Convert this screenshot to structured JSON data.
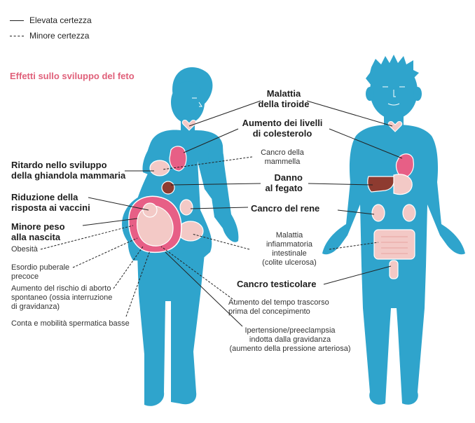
{
  "legend": {
    "solid": "Elevata certezza",
    "dashed": "Minore certezza"
  },
  "section_title": "Effetti sullo sviluppo del feto",
  "colors": {
    "body": "#2fa4cc",
    "title_accent": "#e0607a",
    "organ_pink": "#e75f86",
    "organ_light": "#f3c9c6",
    "liver": "#8e3b30",
    "outline": "#ffffff"
  },
  "labels": {
    "tiroide_1": "Malattia",
    "tiroide_2": "della tiroide",
    "colesterolo_1": "Aumento dei livelli",
    "colesterolo_2": "di colesterolo",
    "mammella_1": "Cancro della",
    "mammella_2": "mammella",
    "fegato_1": "Danno",
    "fegato_2": "al fegato",
    "rene": "Cancro del rene",
    "infiammatoria_1": "Malattia",
    "infiammatoria_2": "infiammatoria",
    "infiammatoria_3": "intestinale",
    "infiammatoria_4": "(colite ulcerosa)",
    "testicolare": "Cancro testicolare",
    "ghiandola_1": "Ritardo nello sviluppo",
    "ghiandola_2": "della ghiandola mammaria",
    "vaccini_1": "Riduzione della",
    "vaccini_2": "risposta ai vaccini",
    "peso_1": "Minore peso",
    "peso_2": "alla nascita",
    "obesita": "Obesità",
    "puberale_1": "Esordio puberale",
    "puberale_2": "precoce",
    "aborto_1": "Aumento del rischio di aborto",
    "aborto_2": "spontaneo (ossia interruzione",
    "aborto_3": "di gravidanza)",
    "spermatica": "Conta e mobilità spermatica basse",
    "concepimento_1": "Aumento del tempo trascorso",
    "concepimento_2": "prima del concepimento",
    "preeclampsia_1": "Ipertensione/preeclampsia",
    "preeclampsia_2": "indotta dalla gravidanza",
    "preeclampsia_3": "(aumento della pressione arteriosa)"
  }
}
